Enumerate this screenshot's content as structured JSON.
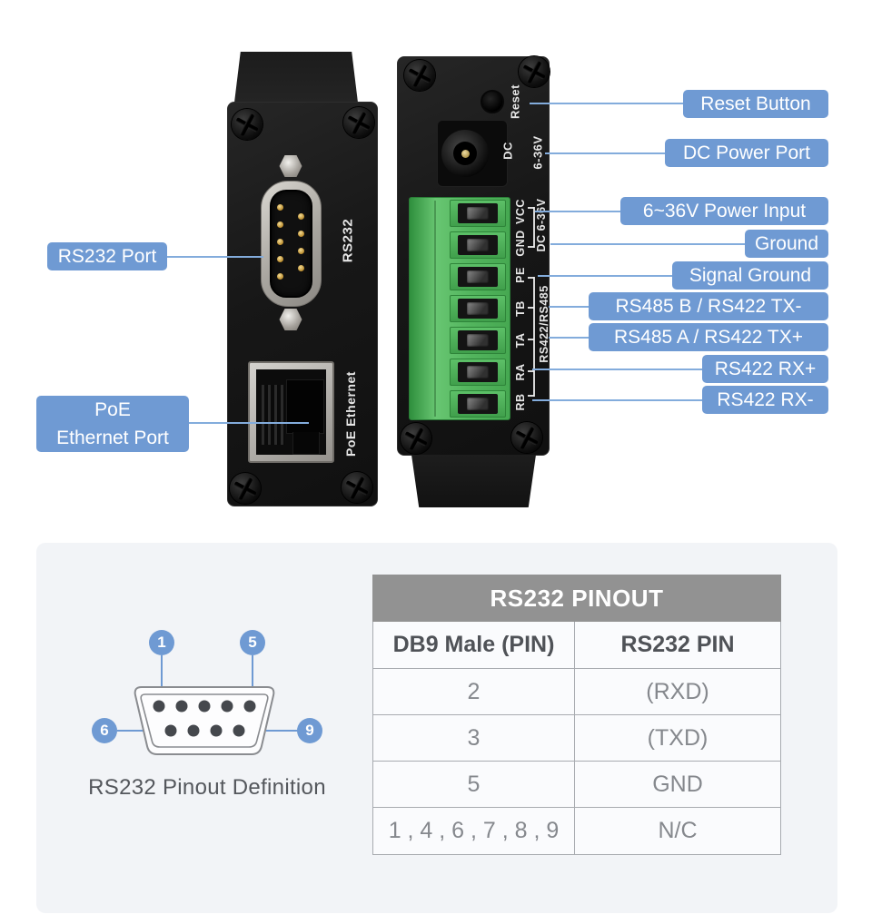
{
  "colors": {
    "callout_blue": "#6F9AD3",
    "leader_line_blue": "#83ACDC",
    "device_black": "#171717",
    "terminal_green": "#53B55E",
    "panel_background": "#F2F4F7",
    "table_header_gray": "#929292",
    "table_border_gray": "#A8ABB0",
    "diagram_blue": "#6F9AD3"
  },
  "left_device": {
    "rs232_marking": "RS232",
    "poe_marking": "PoE Ethernet"
  },
  "right_device": {
    "reset_marking": "Reset",
    "dc_marking": "DC",
    "dc_voltage_marking": "6-36V",
    "terminal_markings": [
      "VCC",
      "GND",
      "PE",
      "TB",
      "TA",
      "RA",
      "RB"
    ],
    "dc_group_marking": "DC 6-36V",
    "serial_group_marking": "RS422/RS485"
  },
  "callouts": {
    "left": [
      "RS232 Port",
      "PoE",
      "Ethernet Port"
    ],
    "right": [
      "Reset Button",
      "DC Power Port",
      "6~36V Power Input",
      "Ground",
      "Signal Ground",
      "RS485 B / RS422 TX-",
      "RS485 A / RS422 TX+",
      "RS422 RX+",
      "RS422 RX-"
    ]
  },
  "pinout_diagram": {
    "pin_callouts": [
      "1",
      "5",
      "6",
      "9"
    ],
    "caption": "RS232 Pinout Definition"
  },
  "pinout_table": {
    "title": "RS232 PINOUT",
    "columns": [
      "DB9 Male (PIN)",
      "RS232 PIN"
    ],
    "rows": [
      [
        "2",
        "(RXD)"
      ],
      [
        "3",
        "(TXD)"
      ],
      [
        "5",
        "GND"
      ],
      [
        "1 , 4 , 6 , 7 , 8 , 9",
        "N/C"
      ]
    ]
  }
}
